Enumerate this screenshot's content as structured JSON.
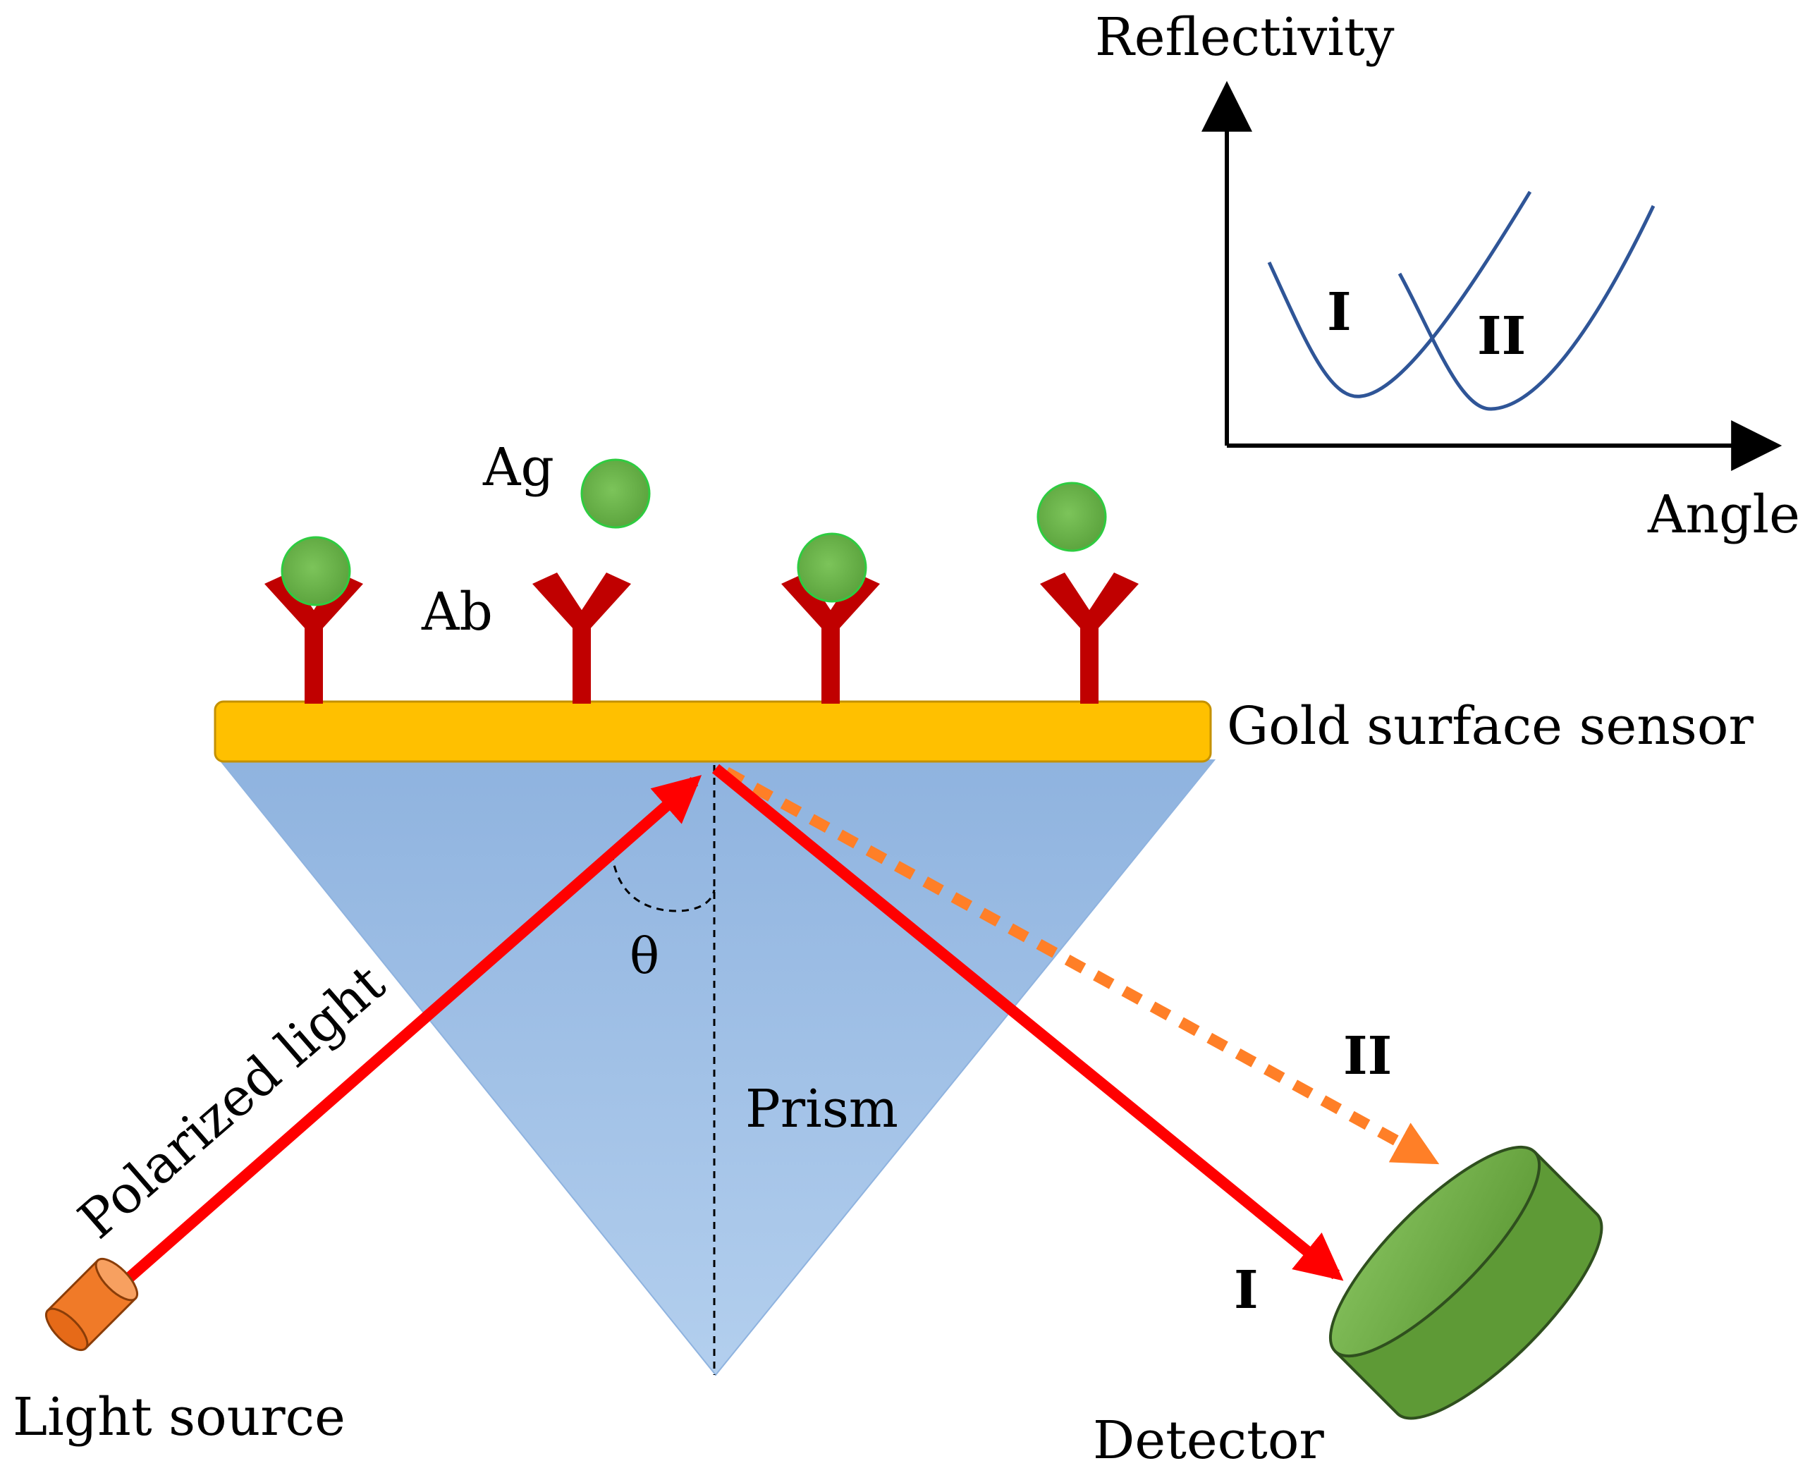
{
  "labels": {
    "reflectivity": "Reflectivity",
    "angle": "Angle",
    "curve_one": "I",
    "curve_two": "II",
    "ag": "Ag",
    "ab": "Ab",
    "gold_surface": "Gold surface sensor",
    "polarized_light": "Polarized light",
    "theta": "θ",
    "prism": "Prism",
    "beam_two": "II",
    "beam_one": "I",
    "light_source": "Light source",
    "detector": "Detector"
  },
  "colors": {
    "prism_top": "#8fb3df",
    "prism_bottom": "#aecbeb",
    "gold": "#ffc000",
    "gold_edge": "#c49100",
    "antibody": "#c00000",
    "antigen": "#6ab04c",
    "antigen_edge": "#2ecc40",
    "beam_red": "#ff0000",
    "beam_orange": "#ff7f27",
    "detector": "#70ad47",
    "detector_edge": "#2f4f1e",
    "light_source": "#f07a28",
    "curve": "#2f5597"
  },
  "icons": {
    "detector": "detector-cylinder-icon",
    "light_source": "light-source-cylinder-icon",
    "antibody": "antibody-y-icon",
    "antigen": "antigen-sphere-icon"
  }
}
